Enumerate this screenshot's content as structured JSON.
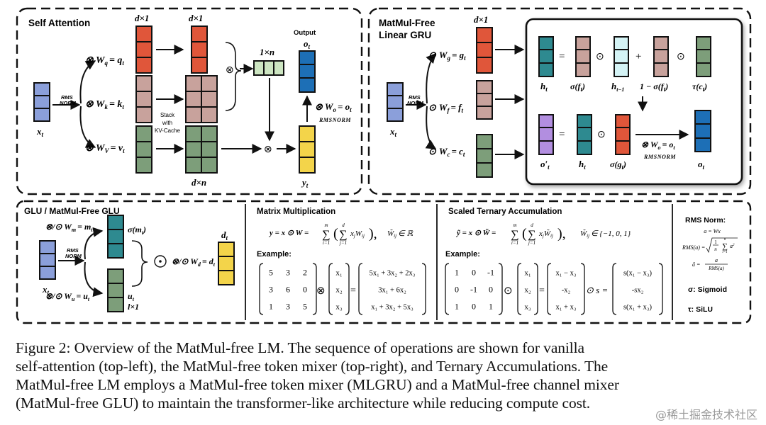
{
  "panels": {
    "self_attention": {
      "title": "Self Attention",
      "input": "x",
      "input_sub": "t",
      "norm": [
        "RMS",
        "NORM"
      ],
      "q_eq": "⊗  W",
      "q_sub": "q",
      "q_rhs": "= q",
      "k_sub": "k",
      "k_rhs": "= k",
      "v_sub": "V",
      "v_rhs": "= v",
      "t_sub": "t",
      "dim_d1": "d×1",
      "dim_1n": "1×n",
      "dim_dn": "d×n",
      "stack_note": [
        "Stack",
        "with",
        "KV-Cache"
      ],
      "otimes": "⊗",
      "output_label": "Output",
      "o_label": "o",
      "y_label": "y",
      "wo_eq": "⊗  W",
      "wo_sub": "o",
      "wo_rhs": "= o",
      "rmsnorm": "RMSNORM"
    },
    "mlgru": {
      "title_lines": [
        "MatMul-Free",
        "Linear GRU"
      ],
      "dim_d1": "d×1",
      "input": "x",
      "input_sub": "t",
      "norm": [
        "RMS",
        "NORM"
      ],
      "g_sub": "g",
      "f_sub": "f",
      "c_sub": "c",
      "odot": "⊙",
      "h_label": "h",
      "sigma_f": "σ(f",
      "h_prev": "h",
      "h_prev_sub": "t−1",
      "one_minus": "1 − σ(f",
      "tau_c": "τ(c",
      "o_prime": "o′",
      "sigma_g": "σ(g",
      "o_label": "o",
      "equals": "=",
      "plus": "+",
      "wo_eq": "⊗  W",
      "wo_sub": "o",
      "wo_rhs": "= o",
      "rmsnorm": "RMSNORM"
    },
    "glu": {
      "title": "GLU / MatMul-Free GLU",
      "input": "x",
      "input_sub": "t",
      "norm": [
        "RMS",
        "NORM"
      ],
      "m_eq": "⊗/⊙ W",
      "m_sub": "m",
      "m_rhs": "= m",
      "u_eq": "⊗/⊙ W",
      "u_sub": "u",
      "u_rhs": "= u",
      "sigma_m": "σ(m",
      "u_label": "u",
      "l1": "l×1",
      "odot": "⊙",
      "d_eq": "⊗/⊙ W",
      "d_sub": "d",
      "d_rhs": "= d",
      "d_label": "d",
      "t_sub": "t"
    },
    "matmul": {
      "title": "Matrix Multiplication",
      "equation": "y = x ⊙ W =",
      "sum_outer_top": "m",
      "sum_outer_bottom": "i=1",
      "sum_inner_top": "d",
      "sum_inner_bottom": "j=1",
      "summand": "x",
      "summand_sub": "j",
      "summand_w": "W",
      "summand_w_sub": "ij",
      "domain": "W̃",
      "domain_sub": "ij",
      "domain_set": "∈ ℝ",
      "example": "Example:",
      "matrix": [
        [
          "5",
          "3",
          "2"
        ],
        [
          "3",
          "6",
          "0"
        ],
        [
          "1",
          "3",
          "5"
        ]
      ],
      "op": "⊗",
      "vector": [
        "x₁",
        "x₂",
        "x₃"
      ],
      "equals": "=",
      "result": [
        "5x₁ + 3x₂ + 2x₃",
        "3x₁ + 6x₂",
        "x₁ + 3x₂ + 5x₃"
      ]
    },
    "ternary": {
      "title": "Scaled Ternary Accumulation",
      "equation": "ỹ = x ⊙ W̃ =",
      "sum_outer_top": "m",
      "sum_outer_bottom": "i=1",
      "sum_inner_top": "d",
      "sum_inner_bottom": "j=1",
      "summand": "x",
      "summand_sub": "j",
      "summand_w": "W̃",
      "summand_w_sub": "ij",
      "domain": "W̃",
      "domain_sub": "ij",
      "domain_set": "∈ {−1, 0, 1}",
      "example": "Example:",
      "matrix": [
        [
          "1",
          "0",
          "-1"
        ],
        [
          "0",
          "-1",
          "0"
        ],
        [
          "1",
          "0",
          "1"
        ]
      ],
      "op": "⊙",
      "vector": [
        "x₁",
        "x₂",
        "x₃"
      ],
      "equals": "=",
      "mid": [
        "x₁ − x₃",
        "-x₂",
        "x₁ + x₃"
      ],
      "scale": "⊙ s =",
      "result": [
        "s(x₁ − x₃)",
        "-sx₂",
        "s(x₁ + x₃)"
      ]
    },
    "rmsnorm_def": {
      "title": "RMS Norm:",
      "line1": "a = Wx",
      "line2_lhs": "RMS(a) =",
      "line2_frac_top": "1",
      "line2_frac_bottom": "n",
      "line2_sum_top": "n",
      "line2_sum_bottom": "i=1",
      "line2_term": "a",
      "line2_term_sup": "2",
      "line3_lhs": "â =",
      "line3_top": "a",
      "line3_bottom": "RMS(a)",
      "sigma_def": "σ:  Sigmoid",
      "tau_def": "τ:  SiLU"
    }
  },
  "colors": {
    "red": "#e0563a",
    "pink": "#c8a29c",
    "green": "#7d9e7a",
    "blue": "#8b9fda",
    "lightgreen": "#cde6c2",
    "teal": "#2e8a90",
    "purple": "#b28ee0",
    "cyan": "#d4f3f5",
    "yellow": "#f3d44a",
    "darkblue": "#1d6fb6"
  },
  "caption": [
    "Figure 2:  Overview of the MatMul-free LM.  The sequence of operations are shown for vanilla",
    "self-attention (top-left), the MatMul-free token mixer (top-right), and Ternary Accumulations. The",
    "MatMul-free LM employs a MatMul-free token mixer (MLGRU) and a MatMul-free channel mixer",
    "(MatMul-free GLU) to maintain the transformer-like architecture while reducing compute cost."
  ],
  "watermark": "@稀土掘金技术社区"
}
